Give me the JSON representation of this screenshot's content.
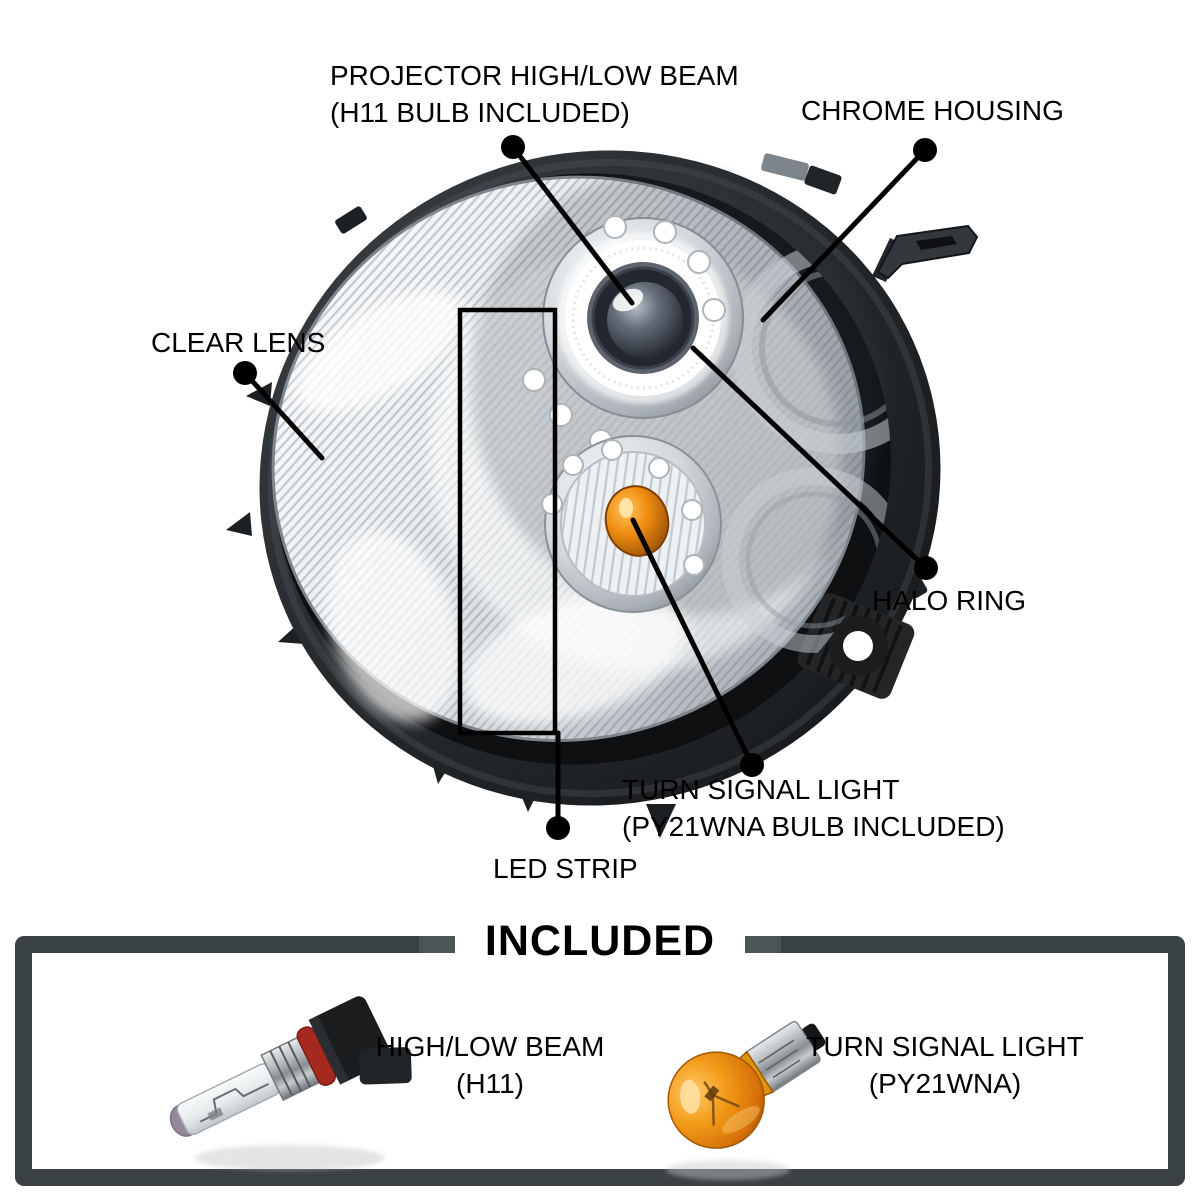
{
  "product": {
    "callouts": {
      "projector": {
        "line1": "PROJECTOR HIGH/LOW BEAM",
        "line2": "(H11 BULB INCLUDED)"
      },
      "chrome_housing": {
        "line1": "CHROME HOUSING"
      },
      "clear_lens": {
        "line1": "CLEAR LENS"
      },
      "halo_ring": {
        "line1": "HALO RING"
      },
      "turn_signal": {
        "line1": "TURN SIGNAL LIGHT",
        "line2": "(PY21WNA BULB INCLUDED)"
      },
      "led_strip": {
        "line1": "LED STRIP"
      }
    }
  },
  "included_section": {
    "title": "INCLUDED",
    "items": [
      {
        "line1": "HIGH/LOW BEAM",
        "line2": "(H11)"
      },
      {
        "line1": "TURN SIGNAL LIGHT",
        "line2": "(PY21WNA)"
      }
    ]
  },
  "colors": {
    "label_text": "#000000",
    "callout_line": "#000000",
    "frame_border": "#3a4144",
    "amber_bulb": "#ef8c10",
    "halo_white": "#ffffff",
    "housing_black": "#1b1d1f"
  }
}
